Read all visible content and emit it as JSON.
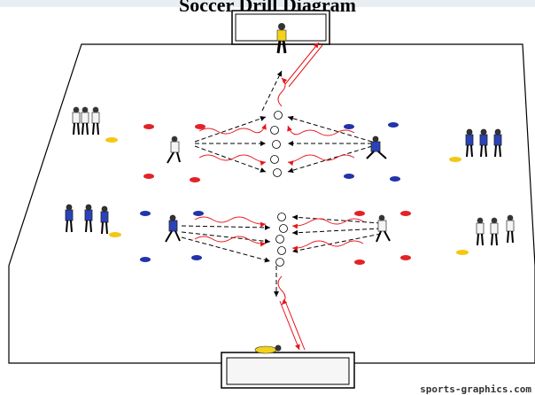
{
  "title": "Soccer Drill Diagram",
  "credit": "sports-graphics.com",
  "colors": {
    "field_line": "#000000",
    "pass_arrow": "#000000",
    "run_path": "#e8141a",
    "cone_red": "#e32227",
    "cone_blue": "#2233aa",
    "cone_yellow": "#f3c814",
    "team_white": "#f4f4f4",
    "team_blue": "#2a43b8",
    "goalkeeper": "#f2d21b",
    "ball": "#ffffff"
  },
  "legend": {
    "icon_run": "wavy-red-arrow",
    "icon_pass": "dashed-black-arrow",
    "icon_shot": "double-red-line"
  }
}
